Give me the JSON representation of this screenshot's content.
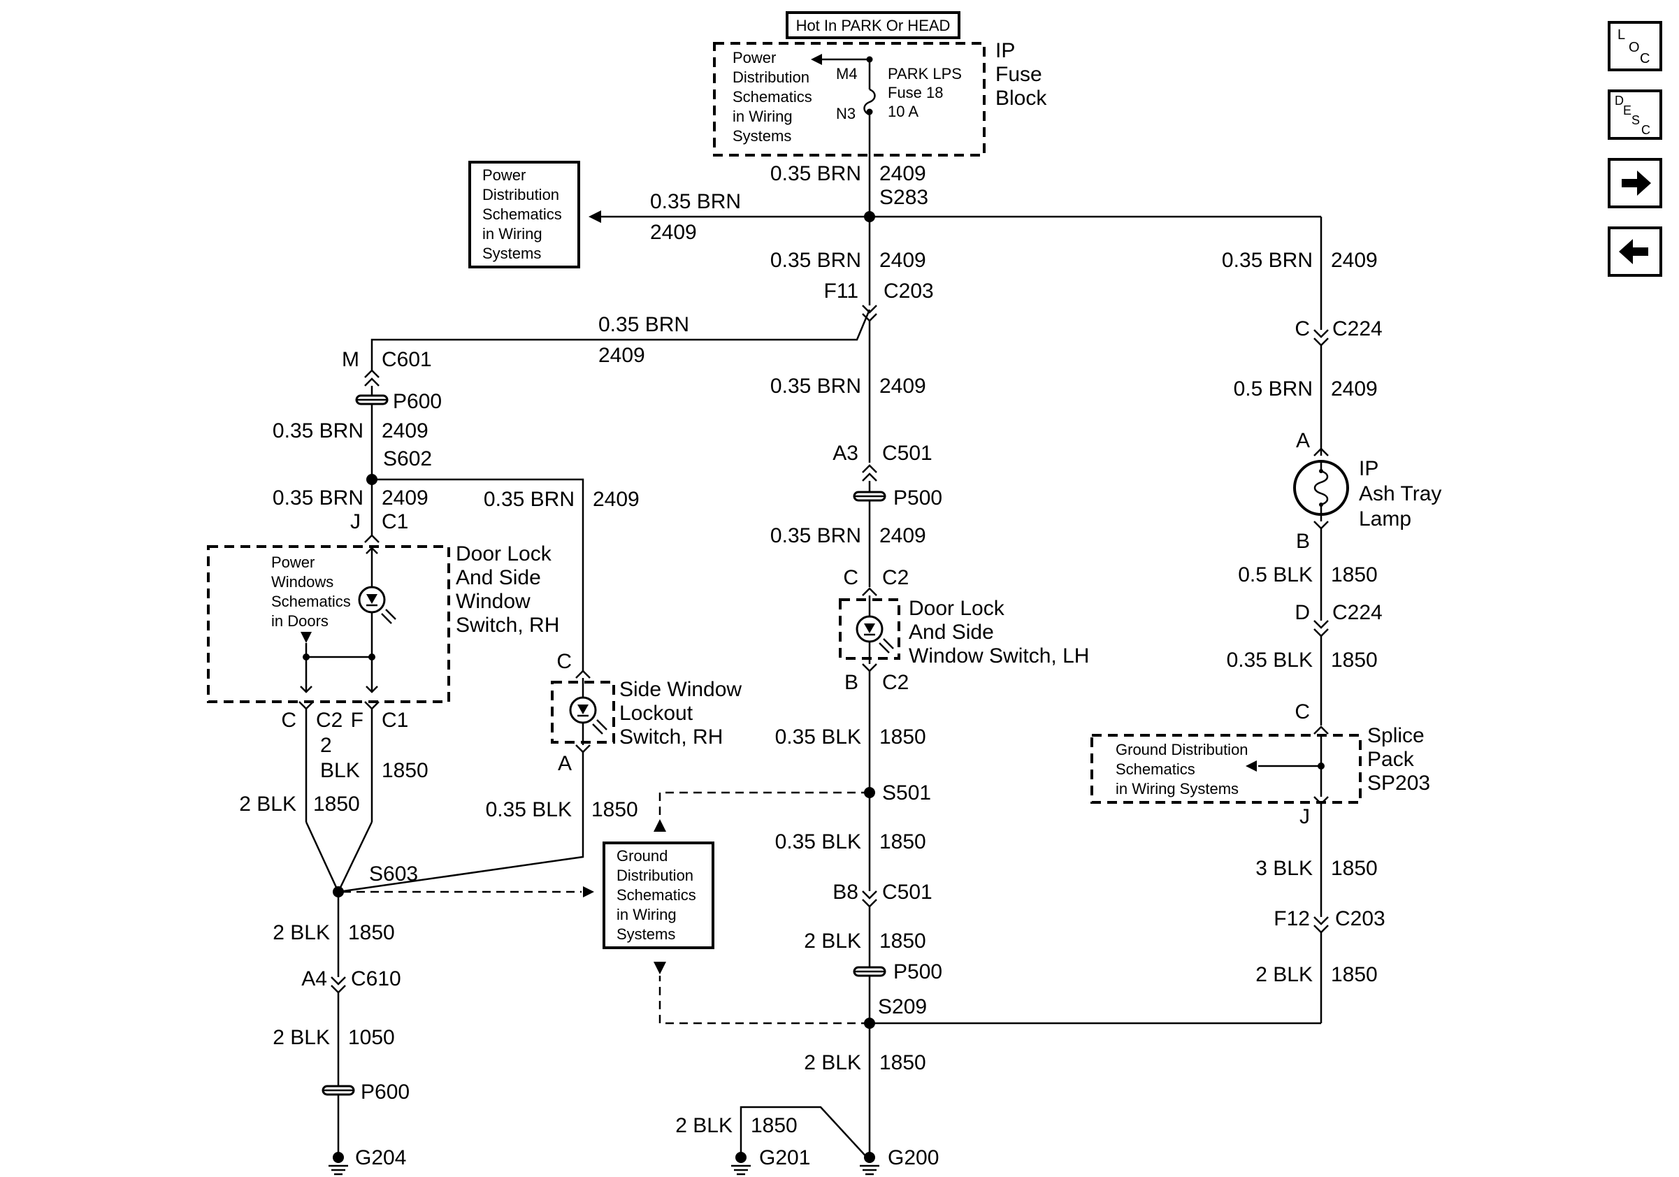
{
  "header": {
    "hot_label": "Hot In PARK Or HEAD",
    "fuse_block_title": [
      "IP",
      "Fuse",
      "Block"
    ],
    "fuse_ref": [
      "Power",
      "Distribution",
      "Schematics",
      "in Wiring",
      "Systems"
    ],
    "fuse_pin_in": "M4",
    "fuse_pin_out": "N3",
    "fuse_label": [
      "PARK LPS",
      "Fuse 18",
      "10 A"
    ]
  },
  "nav": {
    "loc_icon": "loc-icon",
    "desc_icon": "desc-icon",
    "next_icon": "arrow-right-icon",
    "prev_icon": "arrow-left-icon",
    "loc_letters": [
      "L",
      "O",
      "C"
    ],
    "desc_letters": [
      "D",
      "E",
      "S",
      "C"
    ]
  },
  "refs": {
    "power_dist": [
      "Power",
      "Distribution",
      "Schematics",
      "in Wiring",
      "Systems"
    ],
    "ground_dist_box": [
      "Ground",
      "Distribution",
      "Schematics",
      "in Wiring",
      "Systems"
    ],
    "ground_dist_splice": [
      "Ground Distribution",
      "Schematics",
      "in Wiring Systems"
    ],
    "power_windows": [
      "Power",
      "Windows",
      "Schematics",
      "in Doors"
    ]
  },
  "components": {
    "rh_switch": [
      "Door Lock",
      "And Side",
      "Window",
      "Switch, RH"
    ],
    "lockout_switch": [
      "Side Window",
      "Lockout",
      "Switch, RH"
    ],
    "lh_switch": [
      "Door Lock",
      "And Side",
      "Window Switch, LH"
    ],
    "ash_tray_lamp": [
      "IP",
      "Ash Tray",
      "Lamp"
    ],
    "splice_pack": [
      "Splice",
      "Pack",
      "SP203"
    ]
  },
  "wires": {
    "brn_035": "0.35 BRN",
    "brn_05": "0.5 BRN",
    "blk_035": "0.35 BLK",
    "blk_05": "0.5 BLK",
    "blk_2": "2 BLK",
    "blk_3": "3 BLK",
    "blk_2_line1": "2",
    "blk_2_line2": "BLK",
    "circuit_2409": "2409",
    "circuit_1850": "1850",
    "circuit_1050": "1050"
  },
  "connectors": {
    "s283": "S283",
    "f11": "F11",
    "c203": "C203",
    "c601_pin": "M",
    "c601": "C601",
    "p600": "P600",
    "s602": "S602",
    "j": "J",
    "c1": "C1",
    "c": "C",
    "c2": "C2",
    "f": "F",
    "a": "A",
    "a3": "A3",
    "c501": "C501",
    "p500": "P500",
    "b": "B",
    "s501": "S501",
    "b8": "B8",
    "s209": "S209",
    "c224": "C224",
    "d": "D",
    "f12": "F12",
    "s603": "S603",
    "a4": "A4",
    "c610": "C610"
  },
  "grounds": {
    "g204": "G204",
    "g201": "G201",
    "g200": "G200"
  }
}
